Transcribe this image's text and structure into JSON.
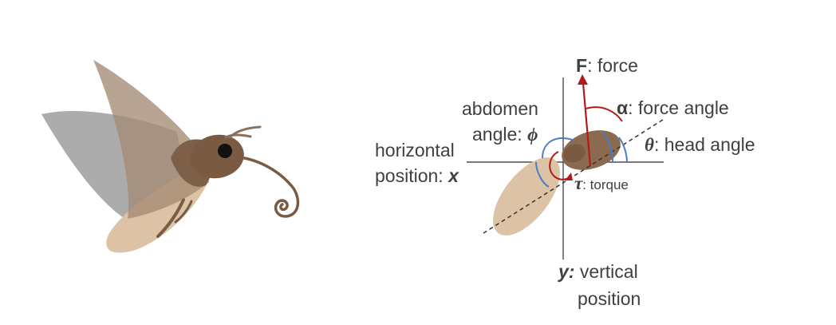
{
  "figure": {
    "labels": {
      "force_symbol": "F",
      "force_text": ": force",
      "alpha_symbol": "α",
      "alpha_text": ": force angle",
      "abdomen_line1": "abdomen",
      "abdomen_line2": "angle: ",
      "phi_symbol": "ϕ",
      "theta_symbol": "θ",
      "theta_text": ": head angle",
      "horizontal_line1": "horizontal",
      "horizontal_line2": "position: ",
      "x_symbol": "x",
      "tau_symbol": "τ",
      "tau_text": ": torque",
      "y_symbol": "y:",
      "vertical_line1": " vertical",
      "vertical_line2": "position"
    },
    "colors": {
      "axis": "#4d4d4d",
      "force_arrow": "#b31b1b",
      "angle_arc": "#4a7bc8",
      "thorax": "#8b6a4f",
      "abdomen": "#dcc3a6",
      "wing_gray": "#8c8c8c",
      "wing_brown": "#a48a73",
      "text": "#404040"
    }
  }
}
